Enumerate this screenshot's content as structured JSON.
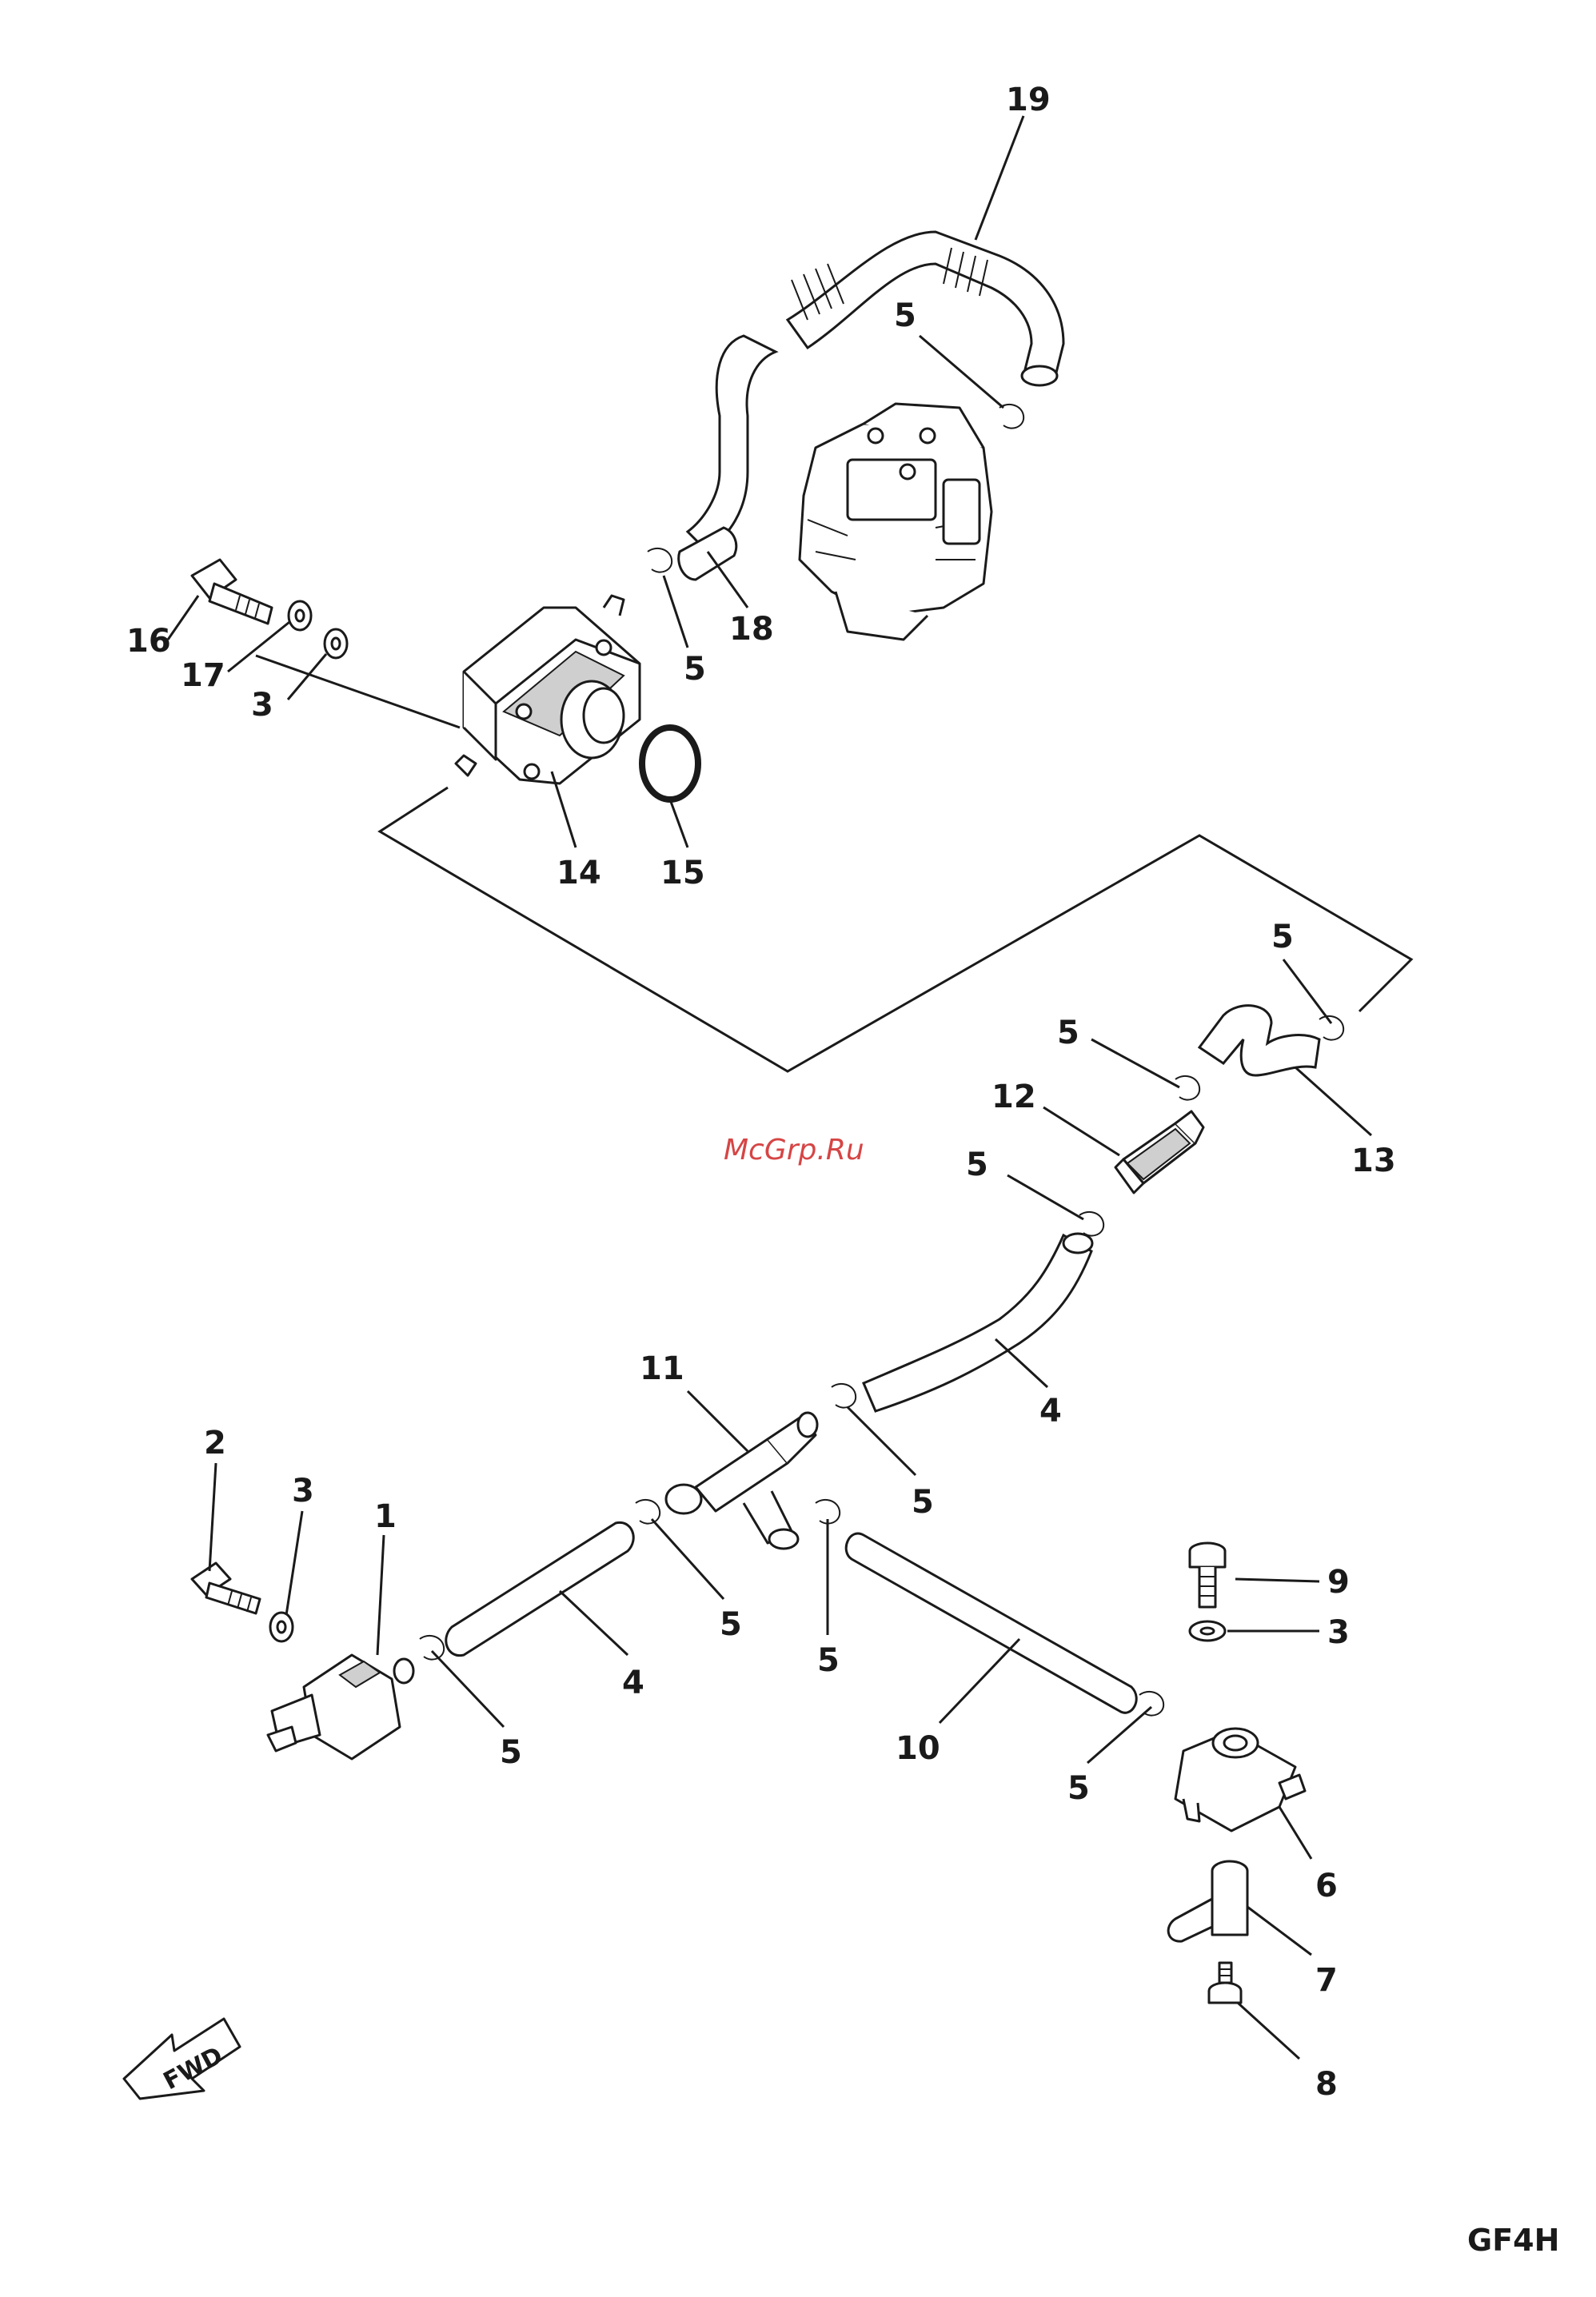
{
  "watermark": "McGrp.Ru",
  "diagram_code": "GF4H",
  "fwd_label": "FWD",
  "callouts": {
    "c19": "19",
    "c5_top": "5",
    "c18": "18",
    "c5_pump": "5",
    "c16": "16",
    "c17": "17",
    "c3_pump": "3",
    "c14": "14",
    "c15": "15",
    "c5_right": "5",
    "c13": "13",
    "c5_filter_top": "5",
    "c12": "12",
    "c5_filter_bottom": "5",
    "c11": "11",
    "c4_upper": "4",
    "c5_tee_right": "5",
    "c2": "2",
    "c3_left": "3",
    "c1": "1",
    "c5_left": "5",
    "c4_lower": "4",
    "c5_tee_left": "5",
    "c5_tee_bottom": "5",
    "c10": "10",
    "c9": "9",
    "c3_right": "3",
    "c5_cock": "5",
    "c6": "6",
    "c7": "7",
    "c8": "8"
  }
}
